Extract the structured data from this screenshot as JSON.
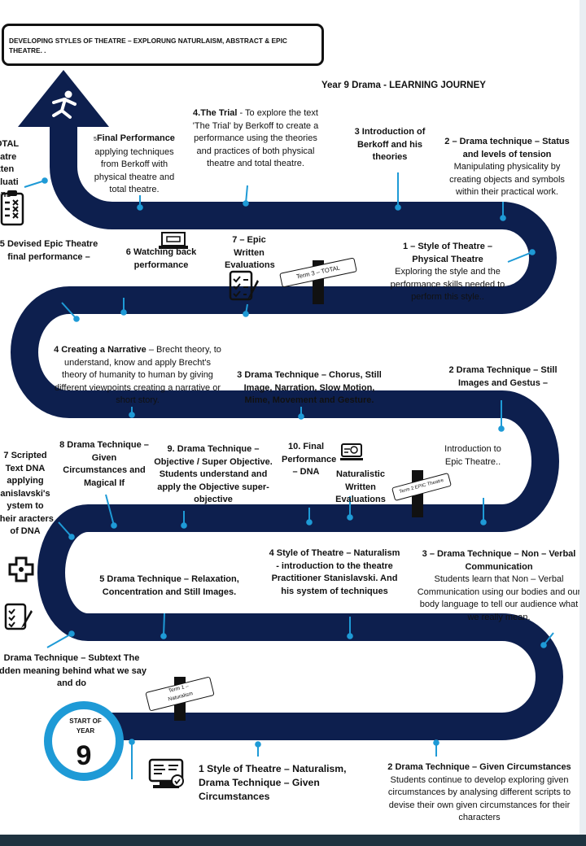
{
  "title": "DEVELOPING STYLES OF THEATRE – EXPLORUNG NATURLAISM, ABSTRACT & EPIC THEATRE. .",
  "subtitle": "Year 9 Drama - LEARNING JOURNEY",
  "start": {
    "label_line1": "START OF",
    "label_line2": "YEAR",
    "number": "9"
  },
  "signs": {
    "term3_total": "Term 3 – TOTAL",
    "term2_epic": "Term 2 EPIC Theatre",
    "term1_line1": "Term 1 –",
    "term1_line2": "Naturalism"
  },
  "nodes": {
    "t1_style_naturalism": "1 Style of Theatre – Naturalism, Drama Technique – Given Circumstances",
    "t1_given_title": "2 Drama Technique – Given Circumstances",
    "t1_given_body": "Students continue to develop exploring given circumstances by analysing different scripts to devise their own given circumstances for their characters",
    "t1_nonverbal_title": "3 – Drama Technique – Non – Verbal Communication",
    "t1_nonverbal_body": "Students learn that Non – Verbal Communication using our bodies and our body language to tell our audience what we really mean.",
    "t1_naturalism_title": "4 Style of Theatre – Naturalism",
    "t1_naturalism_body": "- introduction to the theatre Practitioner Stanislavski. And his system of techniques",
    "t1_relaxation": "5 Drama Technique – Relaxation, Concentration and Still Images.",
    "t1_subtext": "Drama Technique – Subtext The idden meaning behind what we say and do",
    "t1_scripted": "7 Scripted Text DNA applying anislavski's ystem to their aracters of DNA",
    "t1_magical_if": "8 Drama Technique – Given Circumstances and Magical If",
    "t1_objective": "9. Drama Technique – Objective / Super Objective. Students understand and apply the Objective super-objective",
    "t1_final": "10. Final Performance – DNA",
    "t1_naturalistic_eval": "Naturalistic Written Evaluations",
    "t2_intro": "Introduction to Epic Theatre..",
    "t2_still_images": "2 Drama Technique – Still Images and Gestus –",
    "t2_chorus": "3 Drama Technique – Chorus, Still Image, Narration, Slow Motion, Mime, Movement and Gesture.",
    "t2_narrative_title": "4 Creating a Narrative",
    "t2_narrative_body": "– Brecht theory, to understand, know and apply Brecht's theory of humanity to human by giving different viewpoints creating a narrative or short story.",
    "t2_devised": "5 Devised Epic Theatre final performance –",
    "t2_watching": "6 Watching back performance",
    "t2_epic_eval": "7 – Epic Written Evaluations",
    "t3_physical_title": "1 – Style of Theatre – Physical Theatre",
    "t3_physical_body": "Exploring the style and the performance skills needed to perform this style..",
    "t3_status_title": "2 – Drama technique – Status and levels of tension",
    "t3_status_body": "Manipulating physicality by creating objects and symbols within their practical work.",
    "t3_berkoff": "3 Introduction of Berkoff and his theories",
    "t3_trial_title": "4.The Trial",
    "t3_trial_body": "- To explore the text 'The Trial' by Berkoff to create a performance using the theories and practices of both physical theatre and total theatre.",
    "t3_final_title": "Final Performance",
    "t3_final_num": "5",
    "t3_final_body": "applying techniques from Berkoff with physical theatre and total theatre.",
    "t3_total_eval": "OTAL eatre itten aluati ons"
  },
  "colors": {
    "road": "#0d1f4e",
    "pin": "#1e9ad6",
    "start_ring": "#1e9ad6",
    "footer": "#1f3340"
  },
  "icons": [
    "running-person-icon",
    "checklist-icon",
    "laptop-icon",
    "computer-icon",
    "puzzle-icon",
    "clipboard-icon"
  ]
}
